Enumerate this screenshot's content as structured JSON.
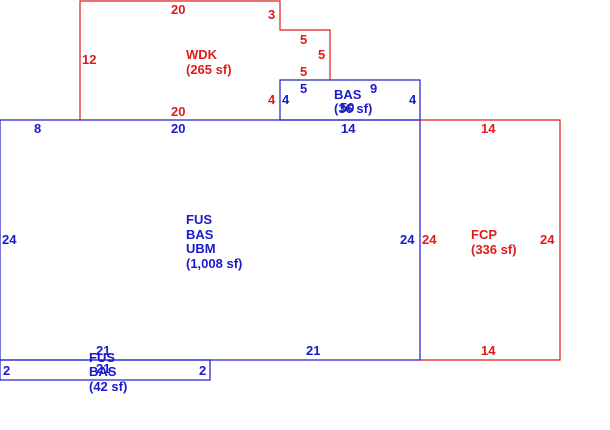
{
  "colors": {
    "base": "#1a1acc",
    "addition": "#e01b1b",
    "background": "#ffffff"
  },
  "areas": {
    "wdk": {
      "code": "WDK",
      "area": "(265 sf)"
    },
    "bas_small": {
      "code": "BAS",
      "area": "(36 sf)",
      "overlap_code": "50"
    },
    "main": {
      "code1": "FUS",
      "code2": "BAS",
      "code3": "UBM",
      "area": "(1,008 sf)"
    },
    "fcp": {
      "code": "FCP",
      "area": "(336 sf)"
    },
    "strip": {
      "code1": "FUS",
      "code2": "BAS",
      "area": "(42 sf)"
    }
  },
  "dims": {
    "wdk_top": "20",
    "wdk_step_top": "3",
    "wdk_step_side1": "5",
    "wdk_step_side2": "5",
    "wdk_step_side3": "5",
    "wdk_left": "12",
    "wdk_bottom": "20",
    "wdk_right": "4",
    "bas_left": "4",
    "bas_top_left": "5",
    "bas_top_right": "9",
    "bas_right": "4",
    "main_top_left": "8",
    "main_top_mid": "20",
    "main_top_right": "14",
    "main_left": "24",
    "main_right": "24",
    "main_bottom": "21",
    "fcp_top": "14",
    "fcp_left": "24",
    "fcp_right": "24",
    "fcp_bottom": "14",
    "strip_top": "21",
    "strip_left": "2",
    "strip_right": "2",
    "strip_bottom": "21"
  }
}
